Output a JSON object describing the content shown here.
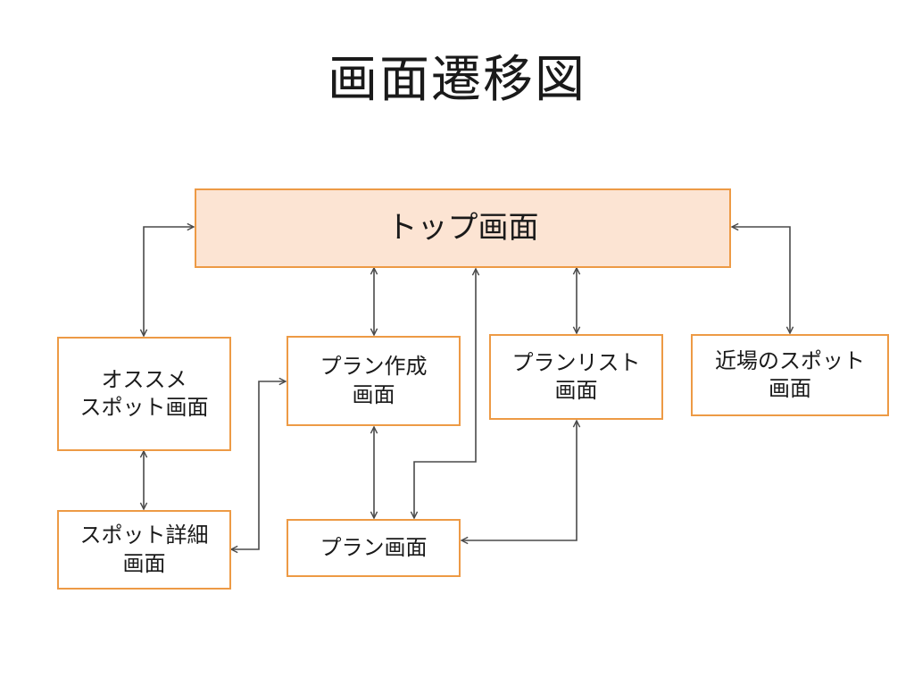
{
  "title": "画面遷移図",
  "nodes": {
    "top": "トップ画面",
    "osusume": "オススメ\nスポット画面",
    "plan_create": "プラン作成\n画面",
    "plan_list": "プランリスト\n画面",
    "nearby": "近場のスポット\n画面",
    "spot_detail": "スポット詳細\n画面",
    "plan": "プラン画面"
  },
  "colors": {
    "box_border": "#ED9A45",
    "top_fill": "#FCE4D3",
    "connector": "#4a4a4a"
  }
}
